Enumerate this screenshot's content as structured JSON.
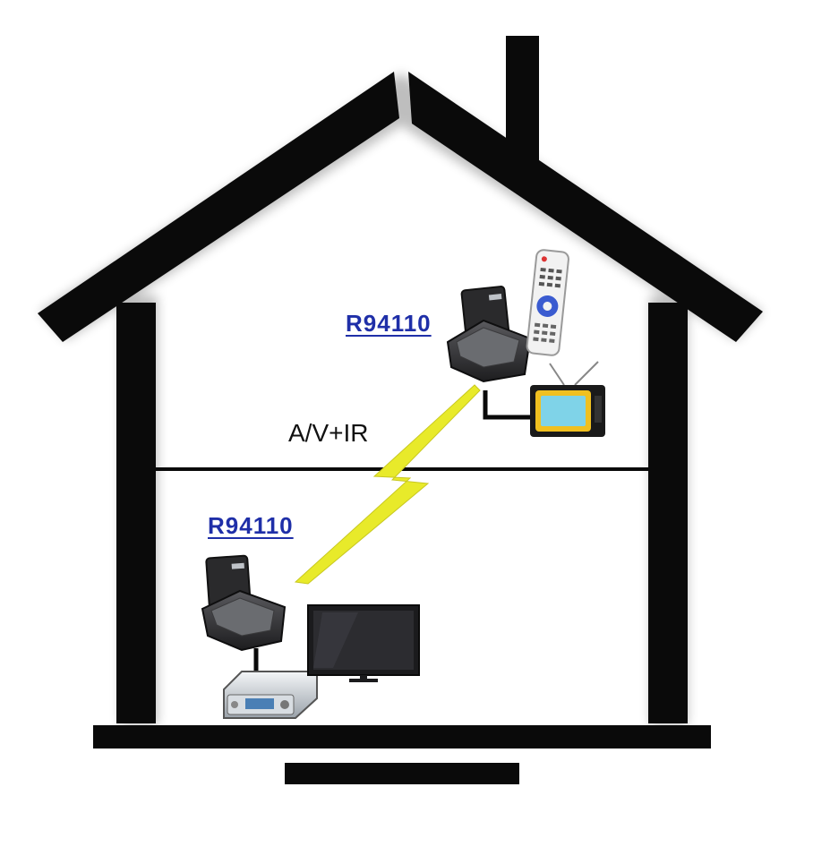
{
  "receivers": {
    "upper": {
      "model": "R94110"
    },
    "lower": {
      "model": "R94110"
    }
  },
  "signal": {
    "label": "A/V+IR"
  },
  "colors": {
    "house": "#0a0a0a",
    "lightning": "#e8ea2a",
    "link": "#1f2fa8",
    "device_body": "#2e2e30",
    "tv_screen": "#7fd3e8",
    "tv_frame": "#f0c020"
  },
  "icons": [
    "house-outline",
    "chimney",
    "floor-divider",
    "lightning-bolt",
    "wireless-sender-icon",
    "remote-control-icon",
    "crt-tv-icon",
    "flat-tv-icon",
    "av-receiver-icon"
  ]
}
